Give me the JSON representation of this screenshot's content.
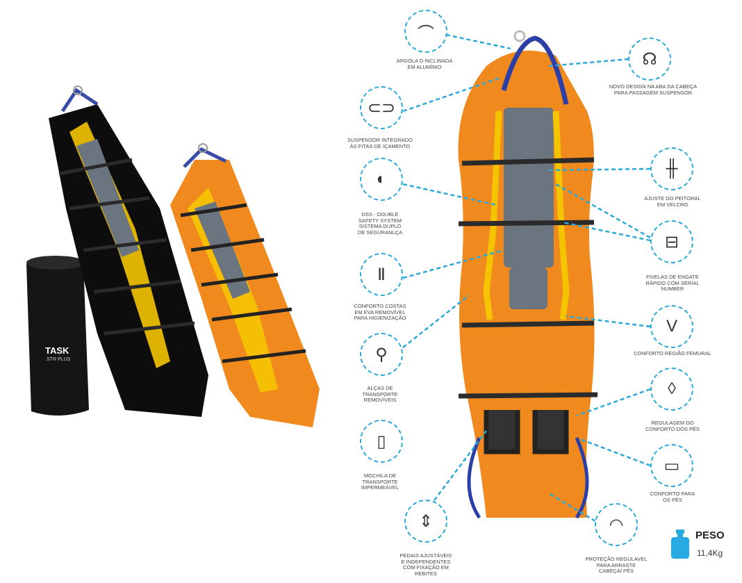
{
  "product": {
    "bag_brand": "TASK",
    "bag_model": "STR PLUS",
    "colors": {
      "orange": "#f08a1e",
      "blue": "#2c3fa6",
      "yellow": "#f5c400",
      "callout": "#2aa8d8",
      "pad": "#6b7580"
    }
  },
  "callouts": [
    {
      "label": "ARGOLA D INCLINADA\nEM ALUMÍNIO",
      "icon": "d-ring-icon"
    },
    {
      "label": "SUSPENSOR INTEGRADO\nÀS FITAS DE IÇAMENTO",
      "icon": "suspension-strap-icon"
    },
    {
      "label": "DSS - DOUBLE\nSAFETY SYSTEM\nSISTEMA DUPLO\nDE SEGURANLÇA",
      "icon": "double-safety-icon"
    },
    {
      "label": "CONFORTO COSTAS\nEM EVA REMOVÍVEL\nPARA HIGIENIZAÇÃO",
      "icon": "back-pad-icon"
    },
    {
      "label": "ALÇAS DE\nTRANSPORTE\nREMOVÍVEIS",
      "icon": "carry-handle-icon"
    },
    {
      "label": "MOCHILA DE\nTRANSPORTE\nIMPERMEÁVEL",
      "icon": "backpack-icon"
    },
    {
      "label": "PEDAIS AJUSTÁVEIS\nE INDEPENDENTES\nCOM FIXAÇÃO EM\nREBITES",
      "icon": "pedals-icon"
    },
    {
      "label": "NOVO DESIGN NA ABA DA CABEÇA\nPARA PASSAGEM SUSPENSOR",
      "icon": "head-flap-icon"
    },
    {
      "label": "AJUSTE DO PEITORAL\nEM VELCRO",
      "icon": "chest-strap-icon"
    },
    {
      "label": "FIVELAS DE ENGATE\nRÁPIDO COM SERIAL\nNUMBER",
      "icon": "buckle-icon"
    },
    {
      "label": "CONFORTO REGIÃO FEMURAL",
      "icon": "leg-strap-icon"
    },
    {
      "label": "REGULAGEM DO\nCONFORTO DOS PÉS",
      "icon": "foot-adjust-icon"
    },
    {
      "label": "CONFORTO PARA\nOS PÉS",
      "icon": "foot-comfort-icon"
    },
    {
      "label": "PROTEÇÃO REGULAVEL\nPARA ARRASTE\nCABEÇA/ PÉS",
      "icon": "drag-protection-icon"
    }
  ],
  "weight": {
    "title": "PESO",
    "value": "11,4Kg"
  }
}
